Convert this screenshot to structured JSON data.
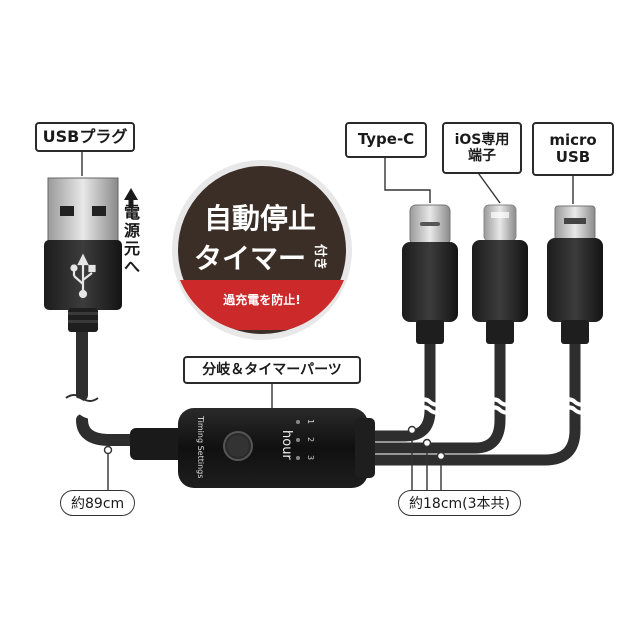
{
  "labels": {
    "usb_plug": "USBプラグ",
    "type_c": "Type-C",
    "ios_line1": "iOS専用",
    "ios_line2": "端子",
    "micro_line1": "micro",
    "micro_line2": "USB",
    "splitter": "分岐＆タイマーパーツ",
    "power_source": "電源元へ",
    "length_main": "約89cm",
    "length_branches": "約18cm(3本共)"
  },
  "badge": {
    "line1": "自動停止",
    "line2": "タイマー",
    "suffix": "付き",
    "banner": "過充電を防止!"
  },
  "device": {
    "side_text": "Timing Settings",
    "hour": "hour",
    "numbers": [
      "1",
      "2",
      "3"
    ]
  },
  "colors": {
    "cable": "#2e2e2e",
    "badge_bg": "#3a2e26",
    "badge_banner": "#cc2a2a",
    "accent_text": "#ffffff"
  }
}
